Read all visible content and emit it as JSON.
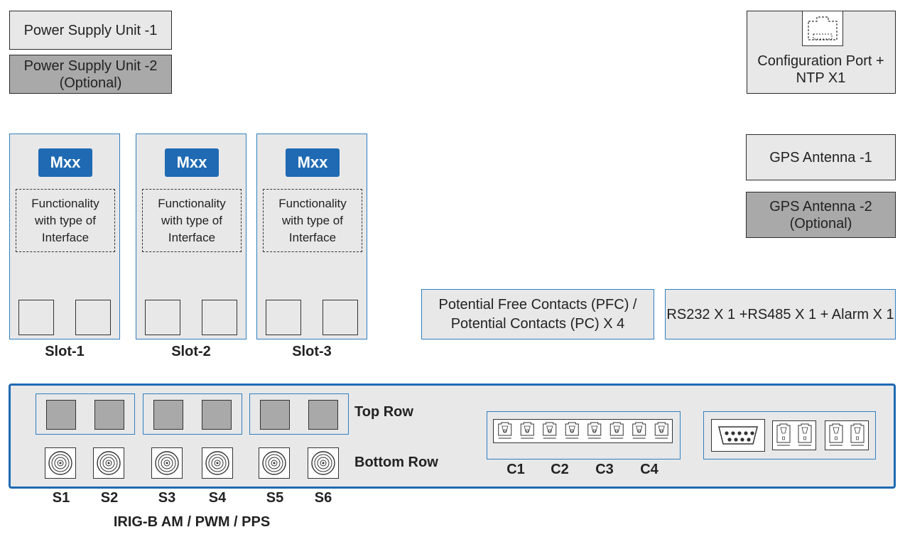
{
  "power": {
    "psu1": "Power Supply Unit -1",
    "psu2_line1": "Power Supply Unit -2",
    "psu2_line2": "(Optional)"
  },
  "config_port": {
    "line1": "Configuration Port +",
    "line2": "NTP X1",
    "icon": "ethernet-port-icon"
  },
  "gps": {
    "gps1": "GPS Antenna -1",
    "gps2_line1": "GPS Antenna -2",
    "gps2_line2": "(Optional)"
  },
  "slots": [
    {
      "badge": "Mxx",
      "func_line1": "Functionality",
      "func_line2": "with type of",
      "func_line3": "Interface",
      "label": "Slot-1"
    },
    {
      "badge": "Mxx",
      "func_line1": "Functionality",
      "func_line2": "with type of",
      "func_line3": "Interface",
      "label": "Slot-2"
    },
    {
      "badge": "Mxx",
      "func_line1": "Functionality",
      "func_line2": "with type of",
      "func_line3": "Interface",
      "label": "Slot-3"
    }
  ],
  "contacts": {
    "pfc_line1": "Potential Free Contacts (PFC) /",
    "pfc_line2": "Potential Contacts (PC) X 4",
    "rs": "RS232 X 1 +RS485 X 1 + Alarm X 1"
  },
  "panel": {
    "top_row": "Top Row",
    "bottom_row": "Bottom Row",
    "s_labels": [
      "S1",
      "S2",
      "S3",
      "S4",
      "S5",
      "S6"
    ],
    "irig": "IRIG-B AM / PWM / PPS",
    "c_labels": [
      "C1",
      "C2",
      "C3",
      "C4"
    ],
    "db9_icon": "db9-connector-icon",
    "terminal_icon": "terminal-block-icon",
    "bnc_icon": "bnc-connector-icon"
  },
  "colors": {
    "accent_blue": "#1f6ab3",
    "border_blue": "#2f7fc1",
    "box_grey": "#e8e8e9",
    "box_dark": "#a9a9aa"
  }
}
